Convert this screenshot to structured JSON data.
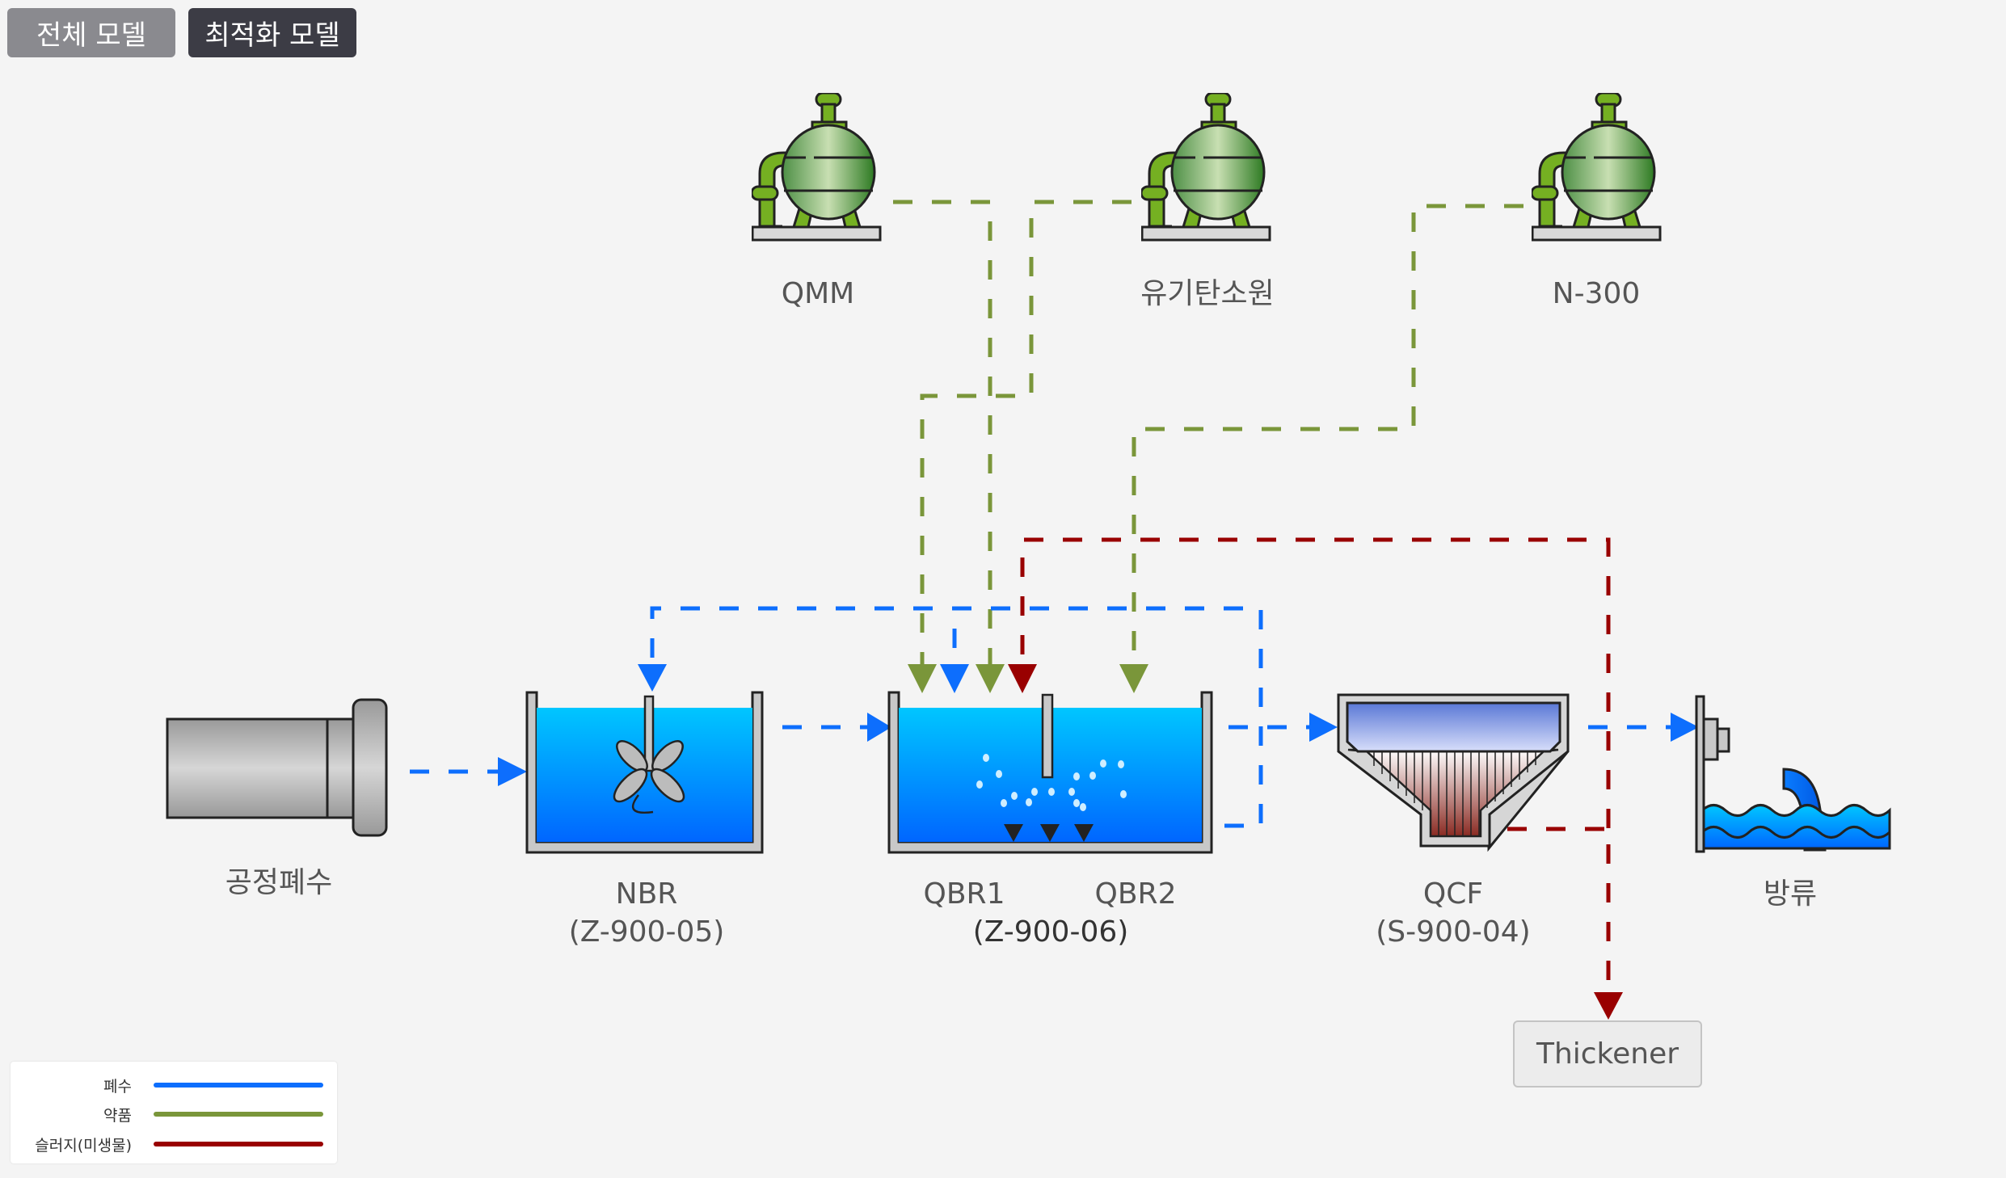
{
  "toolbar": {
    "buttons": [
      {
        "label": "전체 모델",
        "state": "inactive"
      },
      {
        "label": "최적화 모델",
        "state": "active"
      }
    ]
  },
  "colors": {
    "wastewater": "#0d6efd",
    "chemical": "#7a963a",
    "sludge": "#990000",
    "background": "#f4f4f4"
  },
  "chemical_tanks": [
    {
      "id": "qmm",
      "label": "QMM"
    },
    {
      "id": "organic-carbon",
      "label": "유기탄소원"
    },
    {
      "id": "n300",
      "label": "N-300"
    }
  ],
  "units": {
    "source": {
      "label": "공정폐수"
    },
    "nbr": {
      "label": "NBR",
      "code": "(Z-900-05)"
    },
    "qbr": {
      "label1": "QBR1",
      "label2": "QBR2",
      "code": "(Z-900-06)"
    },
    "qcf": {
      "label": "QCF",
      "code": "(S-900-04)"
    },
    "discharge": {
      "label": "방류"
    },
    "thickener": {
      "label": "Thickener"
    }
  },
  "legend": {
    "items": [
      {
        "label": "폐수",
        "type": "wastewater"
      },
      {
        "label": "약품",
        "type": "chemical"
      },
      {
        "label": "슬러지(미생물)",
        "type": "sludge"
      }
    ]
  }
}
